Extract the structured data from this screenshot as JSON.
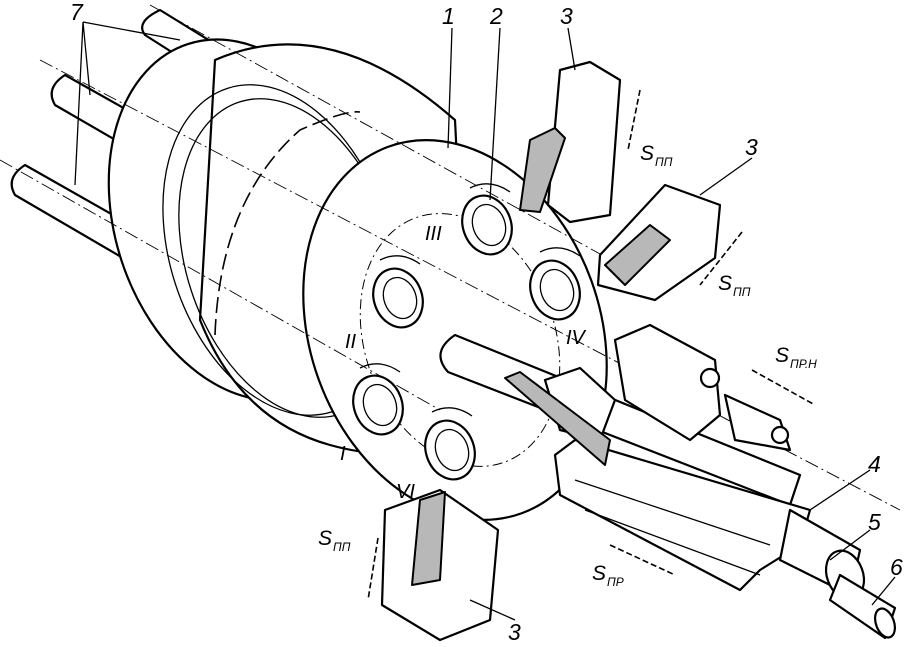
{
  "labels": {
    "housing": "1",
    "spindle_block": "2",
    "tool_slide": "3",
    "broach": "4",
    "mandrel": "5",
    "bar": "6",
    "guide_rods": "7"
  },
  "positions": [
    "I",
    "II",
    "III",
    "IV",
    "VI"
  ],
  "feeds": {
    "s_main": "S",
    "s_pp_sub": "ПП",
    "s_prn_sub": "ПР.Н",
    "s_pr_sub": "ПР"
  }
}
